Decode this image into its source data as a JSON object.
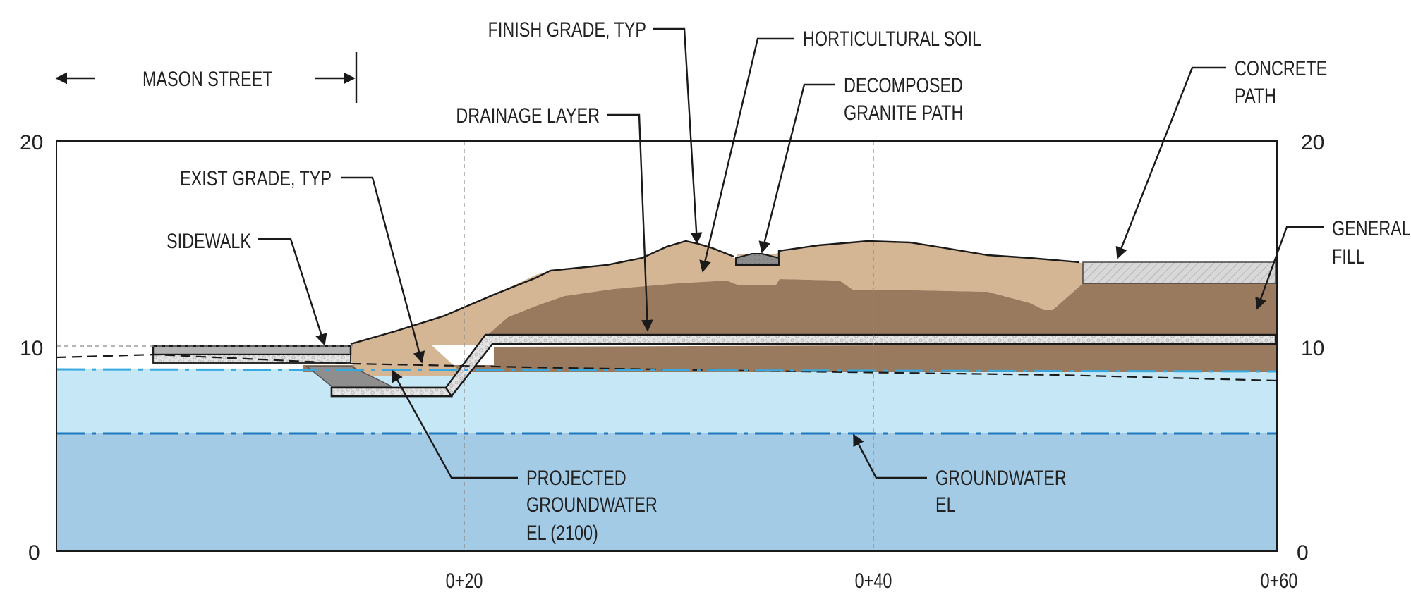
{
  "diagram": {
    "street_label": "MASON STREET",
    "y_axis": {
      "left": [
        "20",
        "10",
        "0"
      ],
      "right": [
        "20",
        "10",
        "0"
      ]
    },
    "x_axis": [
      "0+20",
      "0+40",
      "0+60"
    ],
    "callouts": {
      "finish_grade": "FINISH GRADE, TYP",
      "horticultural_soil": "HORTICULTURAL SOIL",
      "decomposed_granite": [
        "DECOMPOSED",
        "GRANITE PATH"
      ],
      "concrete_path": [
        "CONCRETE",
        "PATH"
      ],
      "drainage_layer": "DRAINAGE LAYER",
      "exist_grade": "EXIST GRADE, TYP",
      "sidewalk": "SIDEWALK",
      "general_fill": [
        "GENERAL",
        "FILL"
      ],
      "projected_groundwater": [
        "PROJECTED",
        "GROUNDWATER",
        "EL (2100)"
      ],
      "groundwater": [
        "GROUNDWATER",
        "EL"
      ]
    },
    "colors": {
      "projected_water": "#c6e7f6",
      "current_water": "#a3cbe5",
      "water_line": "#1f78c1",
      "projected_water_line": "#36a9e0",
      "horticultural_soil": "#d4b594",
      "general_fill": "#9a7a5f",
      "drainage": "#e6e6e6",
      "sidewalk": "#b3b3b3",
      "sidewalk_base": "#8e8e8e",
      "concrete": "#d6d6d6"
    }
  }
}
